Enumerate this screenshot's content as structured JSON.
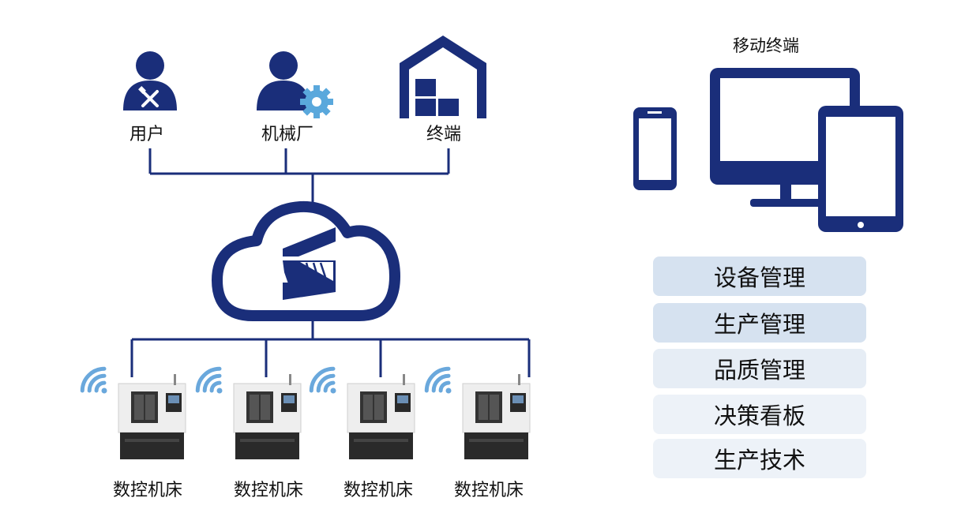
{
  "top_nodes": [
    {
      "label": "用户",
      "icon": "user-tools-icon"
    },
    {
      "label": "机械厂",
      "icon": "user-gear-icon"
    },
    {
      "label": "终端",
      "icon": "warehouse-icon"
    }
  ],
  "cloud": {
    "icon": "cloud-logo-icon"
  },
  "machines": [
    {
      "label": "数控机床",
      "icon": "cnc-machine-icon",
      "signal": "wifi-icon"
    },
    {
      "label": "数控机床",
      "icon": "cnc-machine-icon",
      "signal": "wifi-icon"
    },
    {
      "label": "数控机床",
      "icon": "cnc-machine-icon",
      "signal": "wifi-icon"
    },
    {
      "label": "数控机床",
      "icon": "cnc-machine-icon",
      "signal": "wifi-icon"
    }
  ],
  "mobile_terminal": {
    "title": "移动终端",
    "devices": [
      "phone-icon",
      "monitor-icon",
      "tablet-icon"
    ]
  },
  "menu": {
    "items": [
      {
        "label": "设备管理",
        "bg": "#d6e2f0"
      },
      {
        "label": "生产管理",
        "bg": "#d6e2f0"
      },
      {
        "label": "品质管理",
        "bg": "#e6edf5"
      },
      {
        "label": "决策看板",
        "bg": "#edf2f8"
      },
      {
        "label": "生产技术",
        "bg": "#edf2f8"
      }
    ]
  },
  "colors": {
    "primary": "#1a2e7a",
    "wifi": "#6aa8dc",
    "gear": "#5aa8dc",
    "machine_body": "#eeeeee",
    "machine_base": "#2a2a2a"
  }
}
